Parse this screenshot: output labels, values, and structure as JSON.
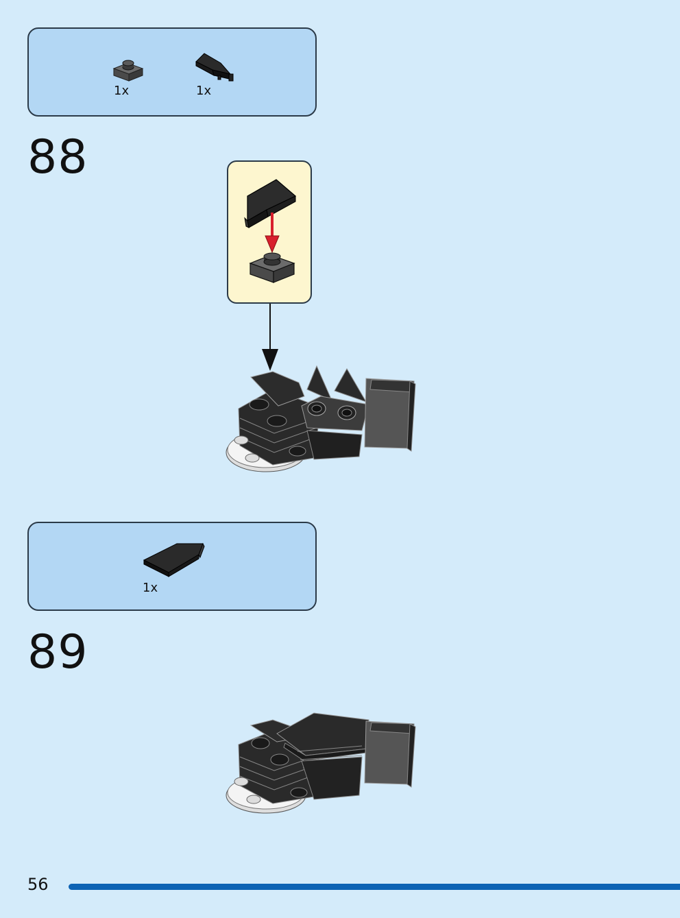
{
  "step88": {
    "number": "88",
    "parts": [
      {
        "icon": "dark-gray-plate-1x1-icon",
        "qty": "1x"
      },
      {
        "icon": "black-wedge-slope-icon",
        "qty": "1x"
      }
    ]
  },
  "step89": {
    "number": "89",
    "parts": [
      {
        "icon": "black-wedge-plate-icon",
        "qty": "1x"
      }
    ]
  },
  "footer": {
    "page_number": "56"
  },
  "colors": {
    "background": "#d4ebfa",
    "parts_box": "#b3d7f4",
    "callout": "#fdf6cf",
    "arrow_red": "#d8202c",
    "page_bar": "#0d63b4"
  }
}
